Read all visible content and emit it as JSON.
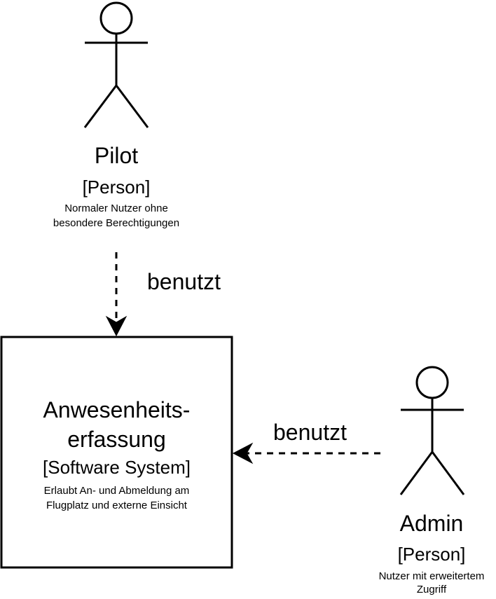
{
  "actors": {
    "pilot": {
      "name": "Pilot",
      "type": "[Person]",
      "desc_line1": "Normaler Nutzer ohne",
      "desc_line2": "besondere Berechtigungen"
    },
    "admin": {
      "name": "Admin",
      "type": "[Person]",
      "desc_line1": "Nutzer mit erweitertem",
      "desc_line2": "Zugriff"
    }
  },
  "system": {
    "name_line1": "Anwesenheits-",
    "name_line2": "erfassung",
    "type": "[Software System]",
    "desc_line1": "Erlaubt An- und Abmeldung am",
    "desc_line2": "Flugplatz und externe Einsicht"
  },
  "edges": {
    "pilot_to_system": "benutzt",
    "admin_to_system": "benutzt"
  }
}
